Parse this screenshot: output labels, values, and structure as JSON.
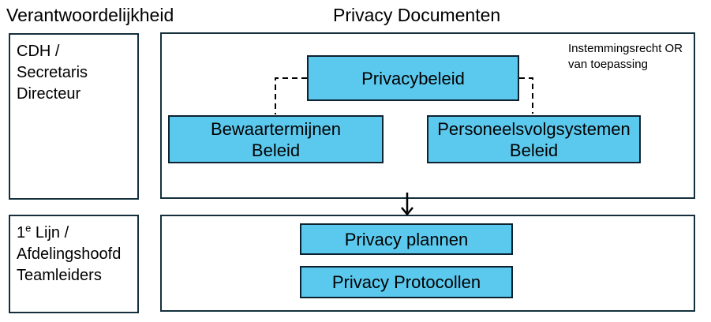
{
  "colors": {
    "box_fill": "#5BC9EE",
    "box_border": "#0D2230",
    "container_border": "#14303C",
    "line": "#000000",
    "text": "#000000"
  },
  "headers": {
    "responsibility": "Verantwoordelijkheid",
    "documents": "Privacy Documenten"
  },
  "roles": {
    "top": [
      "CDH /",
      "Secretaris",
      "Directeur"
    ],
    "bottom": {
      "line1": {
        "base": "1",
        "sup": "e",
        "rest": " Lijn /"
      },
      "line2": "Afdelingshoofd",
      "line3": "Teamleiders"
    }
  },
  "documents": {
    "note": [
      "Instemmingsrecht OR",
      "van toepassing"
    ],
    "privacybeleid": "Privacybeleid",
    "bewaartermijnen": [
      "Bewaartermijnen",
      "Beleid"
    ],
    "personeelsvolgsystemen": [
      "Personeelsvolgsystemen",
      "Beleid"
    ],
    "privacy_plannen": "Privacy plannen",
    "privacy_protocollen": "Privacy Protocollen"
  }
}
